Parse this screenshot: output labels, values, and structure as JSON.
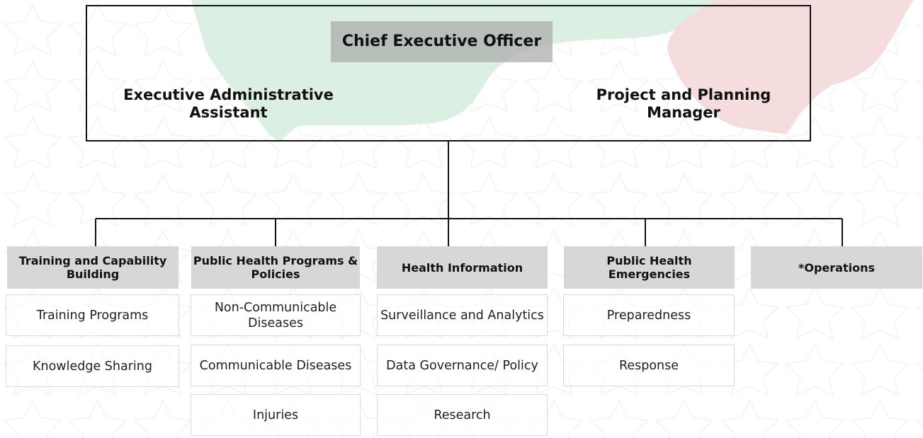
{
  "executive": {
    "ceo": "Chief Executive Officer",
    "left_role": "Executive Administrative Assistant",
    "right_role": "Project and Planning Manager"
  },
  "departments": [
    {
      "title": "Training and Capability Building",
      "units": [
        "Training Programs",
        "Knowledge Sharing"
      ]
    },
    {
      "title": "Public Health Programs & Policies",
      "units": [
        "Non-Communicable Diseases",
        "Communicable Diseases",
        "Injuries"
      ]
    },
    {
      "title": "Health Information",
      "units": [
        "Surveillance and Analytics",
        "Data Governance/ Policy",
        "Research"
      ]
    },
    {
      "title": "Public Health Emergencies",
      "units": [
        "Preparedness",
        "Response"
      ]
    },
    {
      "title": "*Operations",
      "units": []
    }
  ],
  "colors": {
    "header_fill": "#d7d7d7",
    "ceo_fill": "#aaaaaa",
    "map_green": "#d7eee0",
    "map_red": "#f5d9d9",
    "line": "#111111"
  }
}
